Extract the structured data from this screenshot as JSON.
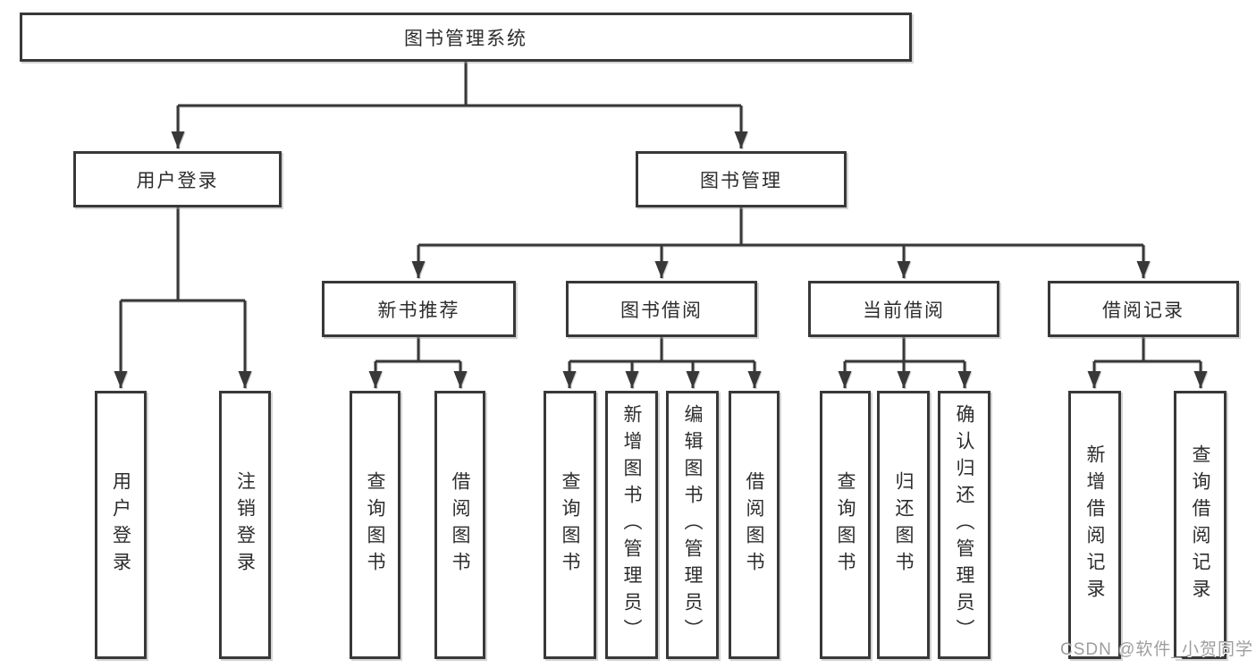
{
  "diagram": {
    "type": "hierarchy-tree",
    "orientation": "top-down"
  },
  "tree": {
    "label": "图书管理系统",
    "children": [
      {
        "label": "用户登录",
        "children": [
          {
            "label": "用户登录"
          },
          {
            "label": "注销登录"
          }
        ]
      },
      {
        "label": "图书管理",
        "children": [
          {
            "label": "新书推荐",
            "children": [
              {
                "label": "查询图书"
              },
              {
                "label": "借阅图书"
              }
            ]
          },
          {
            "label": "图书借阅",
            "children": [
              {
                "label": "查询图书"
              },
              {
                "label": "新增图书（管理员）"
              },
              {
                "label": "编辑图书（管理员）"
              },
              {
                "label": "借阅图书"
              }
            ]
          },
          {
            "label": "当前借阅",
            "children": [
              {
                "label": "查询图书"
              },
              {
                "label": "归还图书"
              },
              {
                "label": "确认归还（管理员）"
              }
            ]
          },
          {
            "label": "借阅记录",
            "children": [
              {
                "label": "新增借阅记录"
              },
              {
                "label": "查询借阅记录"
              }
            ]
          }
        ]
      }
    ]
  },
  "watermark": {
    "text": "CSDN @软件_小贺同学"
  },
  "colors": {
    "line": "#383838",
    "border": "#383838",
    "text": "#2d2d2d",
    "watermark": "#9e9e9e",
    "background": "#ffffff"
  }
}
